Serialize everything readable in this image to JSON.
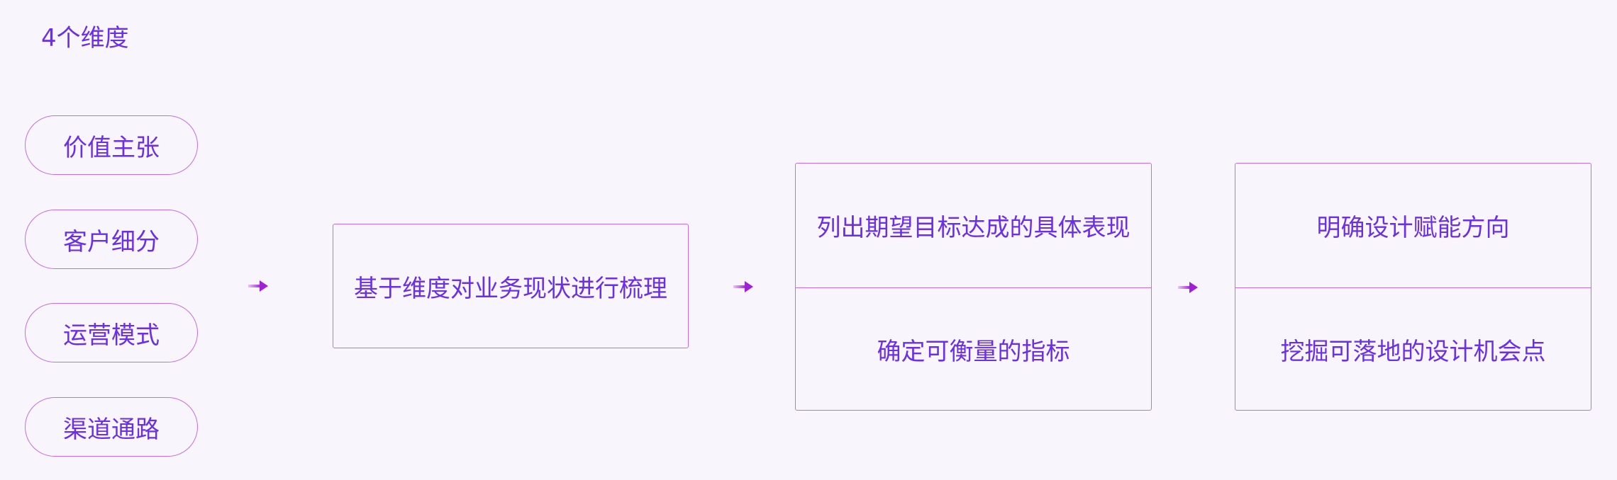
{
  "title": "4个维度",
  "dimensions": [
    "价值主张",
    "客户细分",
    "运营模式",
    "渠道通路"
  ],
  "step1": "基于维度对业务现状进行梳理",
  "step2": {
    "top": "列出期望目标达成的具体表现",
    "bottom": "确定可衡量的指标"
  },
  "step3": {
    "top": "明确设计赋能方向",
    "bottom": "挖掘可落地的设计机会点"
  },
  "colors": {
    "accent": "#6a2fe6",
    "border": "#c46ee0",
    "background": "#f8f6fc",
    "arrow_start": "#e6c6f5",
    "arrow_end": "#a020d8"
  },
  "icons": {
    "flow_arrow": "right-arrow-icon"
  }
}
